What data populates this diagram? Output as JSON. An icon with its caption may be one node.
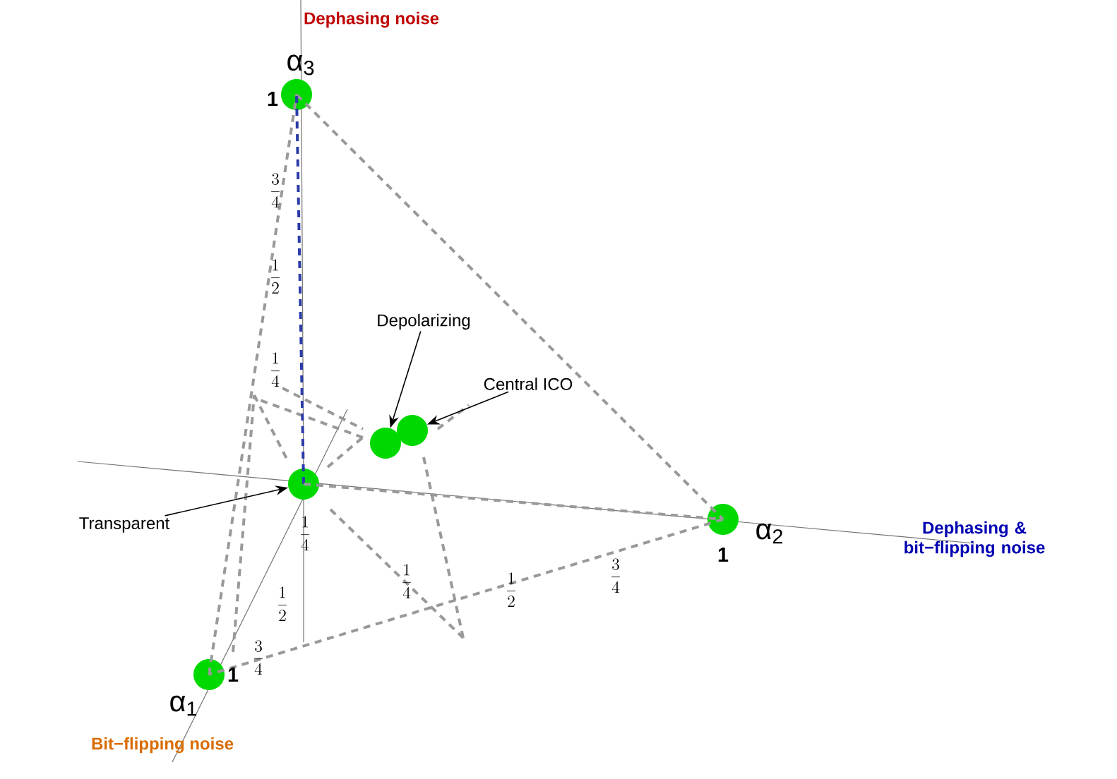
{
  "diagram": {
    "nodes": [
      {
        "text": [],
        "shape": "circle",
        "beside": [
          "Dephasing noise",
          "α$_{3}$",
          "1"
        ]
      },
      {
        "text": [],
        "shape": "circle",
        "beside": [
          "α$_{2}$",
          "1"
        ]
      },
      {
        "text": [],
        "shape": "circle",
        "beside": [
          "α$_{1}$",
          "1",
          "Bit−flipping noise"
        ]
      },
      {
        "text": [],
        "shape": "circle"
      },
      {
        "text": [],
        "shape": "circle"
      },
      {
        "text": [],
        "shape": "circle"
      },
      {
        "text": [
          "Depolarizing"
        ]
      },
      {
        "text": [
          "Central ICO"
        ]
      },
      {
        "text": [
          "Transparent"
        ]
      }
    ],
    "edges": [
      {
        "from": 0,
        "to": 1,
        "arrow": "none",
        "style": "dashed"
      },
      {
        "from": 1,
        "to": 2,
        "arrow": "none",
        "style": "dashed"
      },
      {
        "from": 2,
        "to": 0,
        "arrow": "none",
        "style": "dashed"
      },
      {
        "from": 3,
        "to": 0,
        "arrow": "none",
        "style": "dashed",
        "color": "#2b3ba8"
      },
      {
        "from": 3,
        "to": 1,
        "arrow": "none",
        "style": "dashed"
      },
      {
        "from": 6,
        "to": 4,
        "arrow": "to",
        "color": "#000000"
      },
      {
        "from": 7,
        "to": 5,
        "arrow": "to",
        "color": "#000000"
      },
      {
        "from": 8,
        "to": 3,
        "arrow": "to",
        "color": "#000000"
      }
    ],
    "labels": [
      "Dephasing & bit−flipping noise",
      "\\frac{3}{4}",
      "\\frac{1}{2}",
      "\\frac{1}{4}",
      "\\frac{1}{4}",
      "\\frac{1}{4}",
      "\\frac{1}{2}",
      "\\frac{1}{2}",
      "\\frac{3}{4}",
      "\\frac{3}{4}"
    ]
  }
}
